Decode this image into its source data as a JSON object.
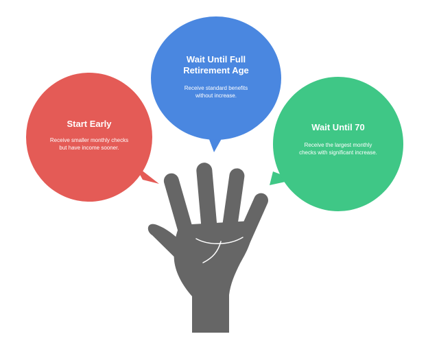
{
  "options": [
    {
      "title": "Start Early",
      "description": "Receive smaller monthly checks but have income sooner.",
      "color": "#e45b56"
    },
    {
      "title": "Wait Until Full Retirement Age",
      "description": "Receive standard benefits without increase.",
      "color": "#4a87e0"
    },
    {
      "title": "Wait Until 70",
      "description": "Receive the largest monthly checks with significant increase.",
      "color": "#3fc786"
    }
  ],
  "hand": {
    "icon": "raised-hand-icon",
    "color": "#666666"
  }
}
